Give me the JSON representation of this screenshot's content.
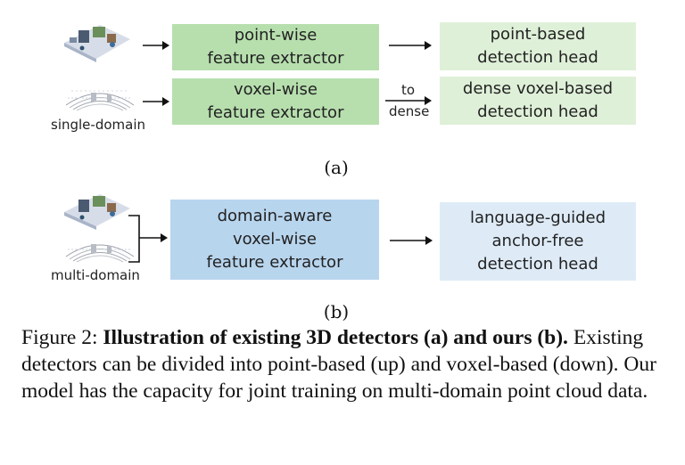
{
  "panel_a": {
    "label": "(a)",
    "input_label": "single-domain",
    "row1": {
      "extractor": "point-wise\nfeature extractor",
      "head": "point-based\ndetection head"
    },
    "row2": {
      "extractor": "voxel-wise\nfeature extractor",
      "arrow_label_top": "to",
      "arrow_label_bottom": "dense",
      "head": "dense voxel-based\ndetection head"
    }
  },
  "panel_b": {
    "label": "(b)",
    "input_label": "multi-domain",
    "extractor": "domain-aware\nvoxel-wise\nfeature extractor",
    "head": "language-guided\nanchor-free\ndetection head"
  },
  "caption": {
    "prefix": "Figure 2: ",
    "bold": "Illustration of existing 3D detectors (a) and ours (b).",
    "rest": " Existing detectors can be divided into point-based (up) and voxel-based (down). Our model has the capacity for joint training on multi-domain point cloud data."
  },
  "colors": {
    "green_dark": "#b7dfae",
    "green_light": "#dff0d8",
    "blue_dark": "#b8d5ee",
    "blue_light": "#deebf7"
  }
}
